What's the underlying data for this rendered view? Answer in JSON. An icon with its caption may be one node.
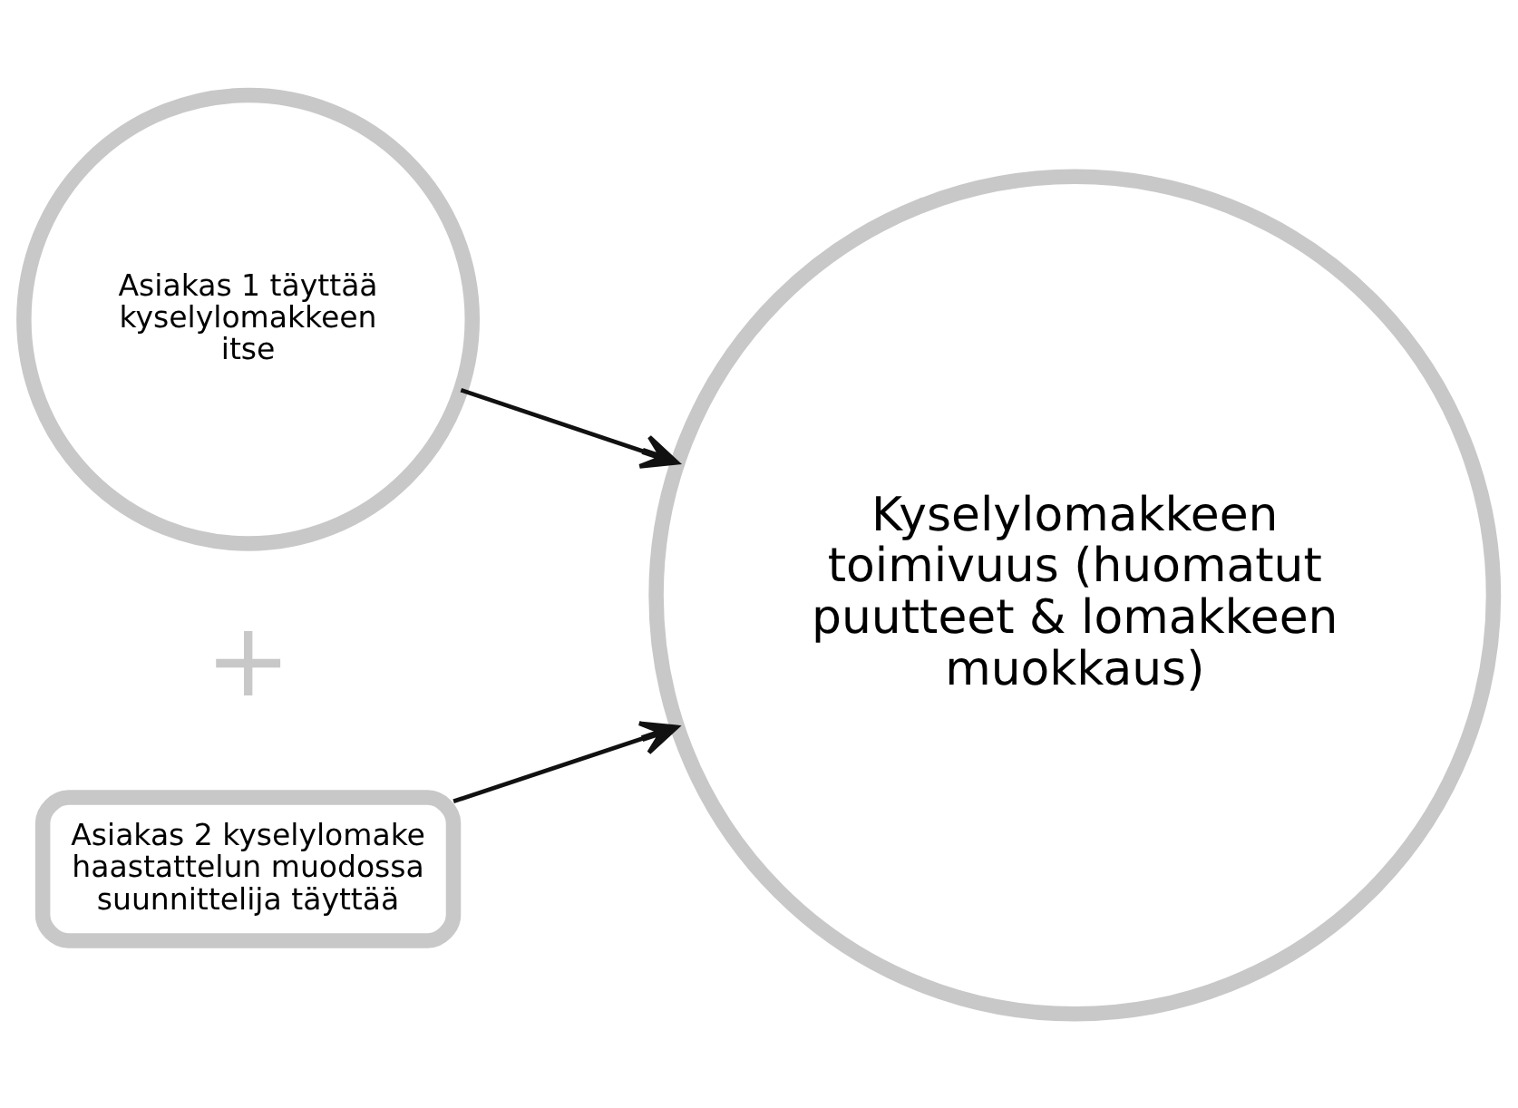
{
  "diagram": {
    "nodes": [
      {
        "text": [
          "Asiakas 1 täyttää kyselylomakkeen itse"
        ]
      },
      {
        "text": [
          "Asiakas 2 kyselylomake haastattelun muodossa suunnittelija täyttää"
        ]
      },
      {
        "text": [
          "Kyselylomakkeen toimivuus (huomatut puutteet & lomakkeen muokkaus)"
        ]
      }
    ],
    "edges": [
      {
        "from": 0,
        "to": 2,
        "arrow": "to"
      },
      {
        "from": 1,
        "to": 2,
        "arrow": "to"
      }
    ],
    "labels": [
      "+"
    ]
  }
}
